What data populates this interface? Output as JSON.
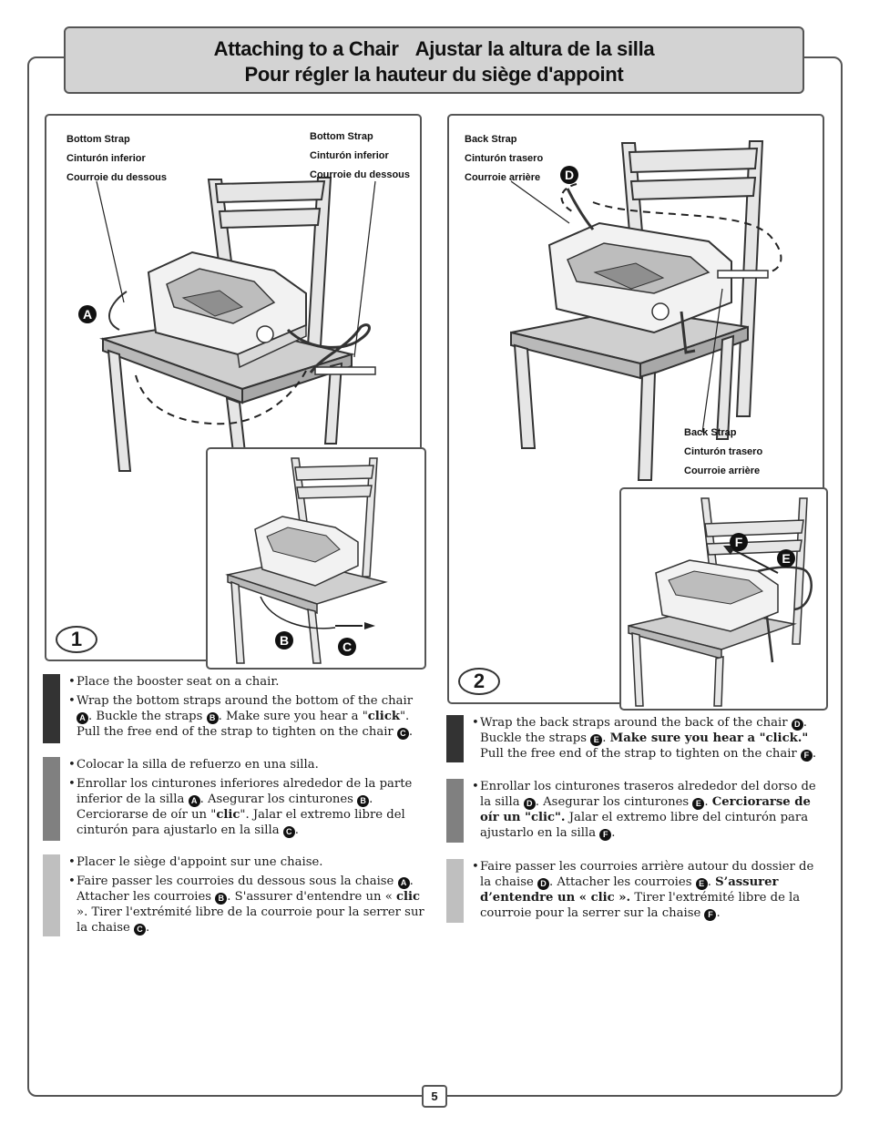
{
  "header": {
    "title_en": "Attaching to a Chair",
    "title_es": "Ajustar la altura de la silla",
    "title_fr": "Pour régler la hauteur du siège d'appoint"
  },
  "step1": {
    "number": "1",
    "label_left": [
      "Bottom Strap",
      "Cinturón inferior",
      "Courroie du dessous"
    ],
    "label_right": [
      "Bottom Strap",
      "Cinturón inferior",
      "Courroie du dessous"
    ],
    "letters": [
      "A",
      "B",
      "C"
    ],
    "en": {
      "b1": "Place the booster seat on a chair.",
      "b2_a": "Wrap the bottom straps around the bottom of the chair",
      "b2_b": ". Buckle the straps",
      "b2_c": ". Make sure you hear a \"",
      "b2_click": "click",
      "b2_d": "\". Pull the free end of the strap to tighten on the chair",
      "b2_e": "."
    },
    "es": {
      "b1": "Colocar la silla de refuerzo en una silla.",
      "b2_a": "Enrollar los cinturones inferiores alrededor de la parte inferior de la silla",
      "b2_b": ". Asegurar los cinturones",
      "b2_c": ". Cerciorarse de oír un \"",
      "b2_click": "clic",
      "b2_d": "\". Jalar el extremo libre del cinturón para ajustarlo en la silla",
      "b2_e": "."
    },
    "fr": {
      "b1": "Placer le siège d'appoint sur une chaise.",
      "b2_a": "Faire passer les courroies du dessous sous la chaise",
      "b2_b": ". Attacher les courroies",
      "b2_c": ". S'assurer d'entendre un «",
      "b2_click": "clic",
      "b2_d": "». Tirer l'extrémité libre de la courroie pour la serrer sur la chaise",
      "b2_e": "."
    }
  },
  "step2": {
    "number": "2",
    "label_top": [
      "Back Strap",
      "Cinturón trasero",
      "Courroie arrière"
    ],
    "label_bottom": [
      "Back Strap",
      "Cinturón trasero",
      "Courroie arrière"
    ],
    "letters": [
      "D",
      "E",
      "F"
    ],
    "en": {
      "b1_a": "Wrap the back straps around the back of the chair",
      "b1_b": ". Buckle the straps",
      "b1_c": ". ",
      "b1_bold": "Make sure you hear a \"click.\"",
      "b1_d": " Pull the free end of the strap to tighten on the chair",
      "b1_e": "."
    },
    "es": {
      "b1_a": "Enrollar los cinturones traseros alrededor del dorso de la silla",
      "b1_b": ". Asegurar los cinturones",
      "b1_c": ". ",
      "b1_bold": "Cerciorarse de oír un \"clic\".",
      "b1_d": " Jalar el extremo libre del cinturón para ajustarlo en la silla",
      "b1_e": "."
    },
    "fr": {
      "b1_a": "Faire passer les courroies arrière autour du dossier de la chaise",
      "b1_b": ". Attacher les courroies",
      "b1_c": ". ",
      "b1_bold": "S’assurer d’entendre un « clic ».",
      "b1_d": " Tirer l'extrémité libre de la courroie pour la serrer sur la chaise",
      "b1_e": "."
    }
  },
  "language_bar_colors": {
    "en": "#333333",
    "es": "#808080",
    "fr": "#bfbfbf"
  },
  "page_number": "5"
}
